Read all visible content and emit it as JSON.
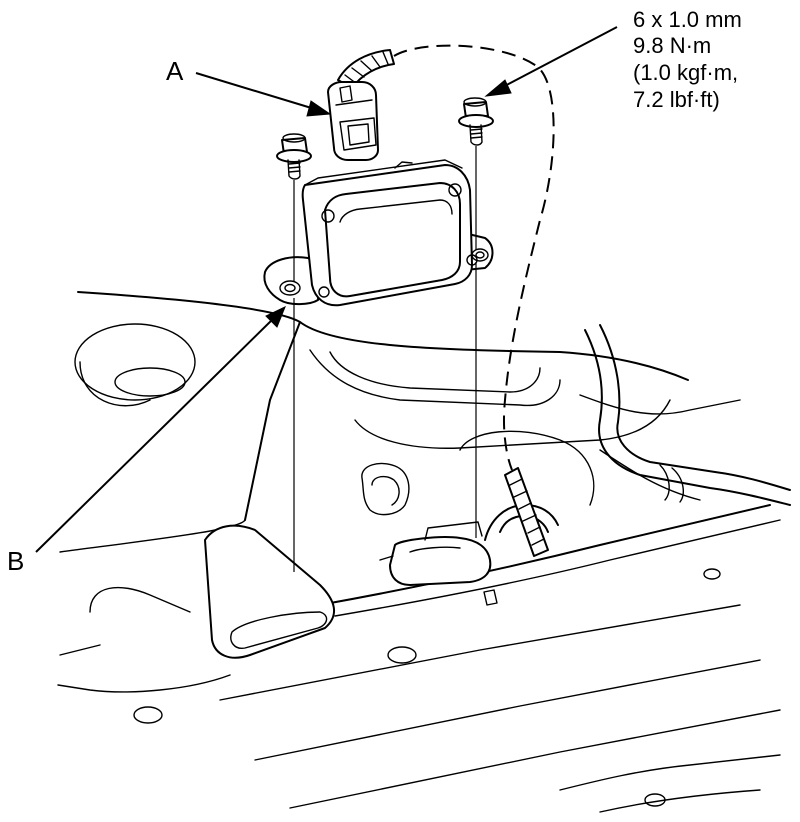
{
  "callouts": {
    "a": "A",
    "b": "B"
  },
  "torque_spec": {
    "line1": "6 x 1.0 mm",
    "line2": "9.8 N·m",
    "line3": "(1.0 kgf·m,",
    "line4": "7.2 lbf·ft)"
  }
}
